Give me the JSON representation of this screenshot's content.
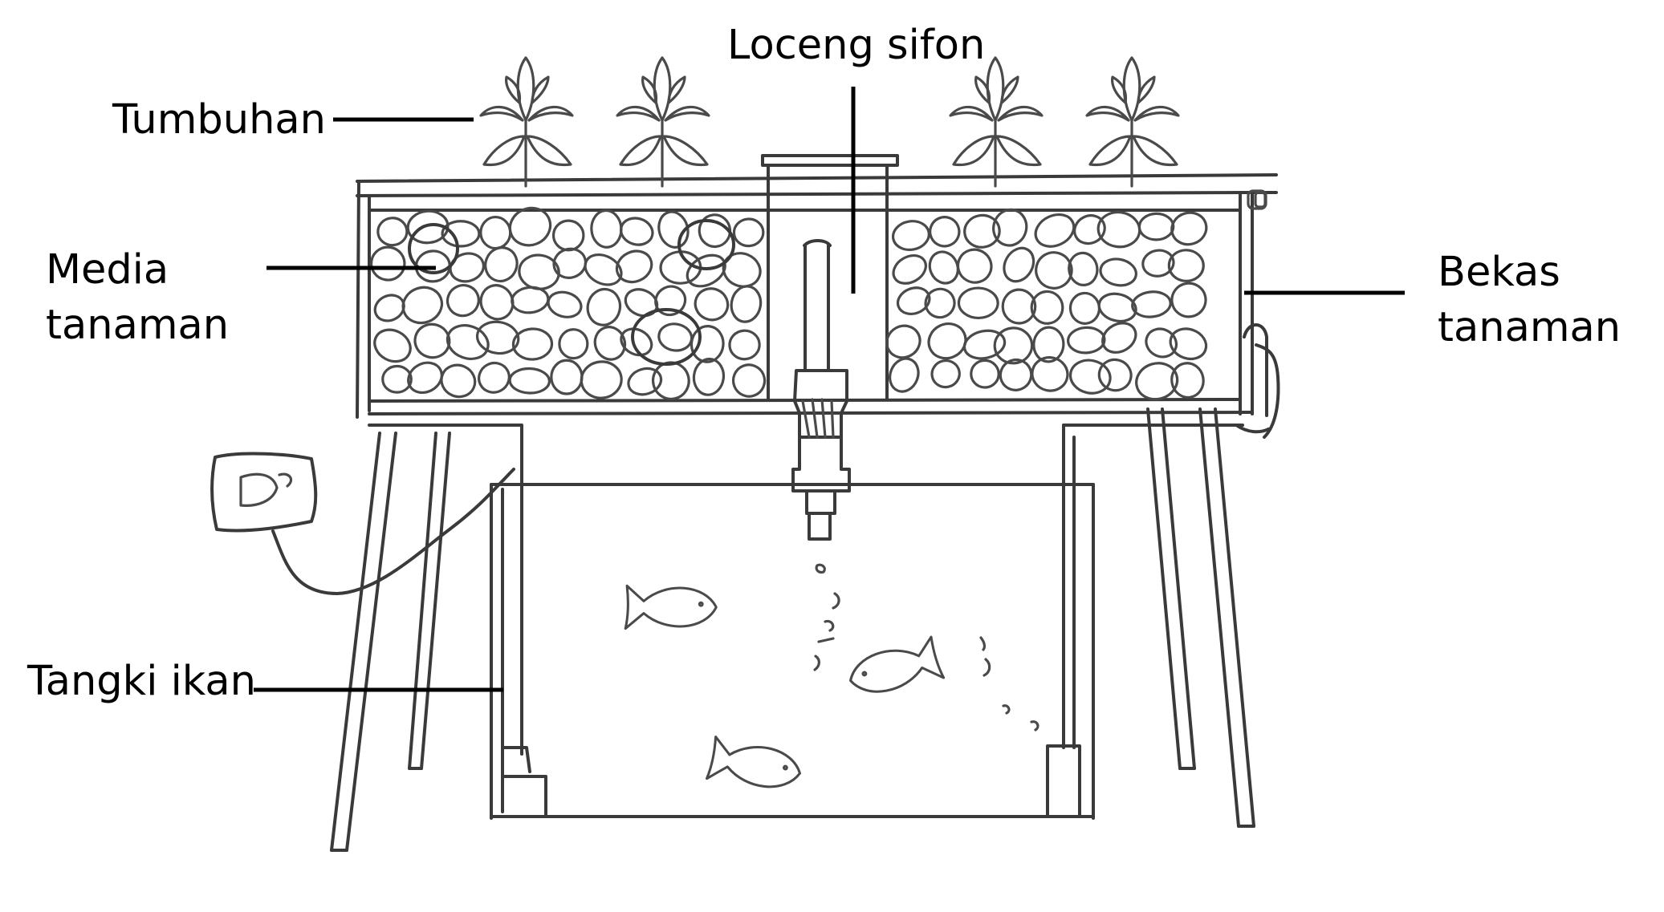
{
  "labels": {
    "plants": "Tumbuhan",
    "siphon": "Loceng sifon",
    "media_line1": "Media",
    "media_line2": "tanaman",
    "bed_line1": "Bekas",
    "bed_line2": "tanaman",
    "tank": "Tangki ikan"
  },
  "colors": {
    "ink": "#3a3a3a",
    "label": "#000000"
  }
}
